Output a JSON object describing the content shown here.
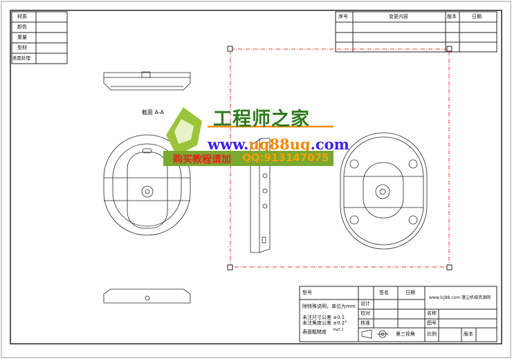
{
  "material_table": {
    "rows": [
      "材质",
      "颜色",
      "重量",
      "型材",
      "表面处理"
    ]
  },
  "revision_table": {
    "headers": [
      "序号",
      "变更内容",
      "版本",
      "日期"
    ]
  },
  "section_label": "截面 A-A",
  "watermark": {
    "title": "工程师之家",
    "url_prefix": "www.",
    "url_mid": "ug88ug",
    "url_suffix": ".com",
    "buy_text": "购买教程请加",
    "qq": "QQ:913147075"
  },
  "title_block": {
    "model_label": "型号",
    "note_units": "除特殊说明，单位为mm",
    "note_tol1": "未注尺寸公差 ±0.1",
    "note_tol2": "未注角度公差 ±0.2°",
    "roughness_label": "表面粗糙度",
    "roughness_value": "Ra3.2",
    "sign_header": "签名",
    "date_header": "日期",
    "design": "设计",
    "check": "校对",
    "approve": "核准",
    "projection": "第三视角",
    "website": "www.lcj88.com 落尘机械资源网",
    "name_label": "名称",
    "drawing_no_label": "图号",
    "scale_label": "比例",
    "version_label": "版本"
  }
}
